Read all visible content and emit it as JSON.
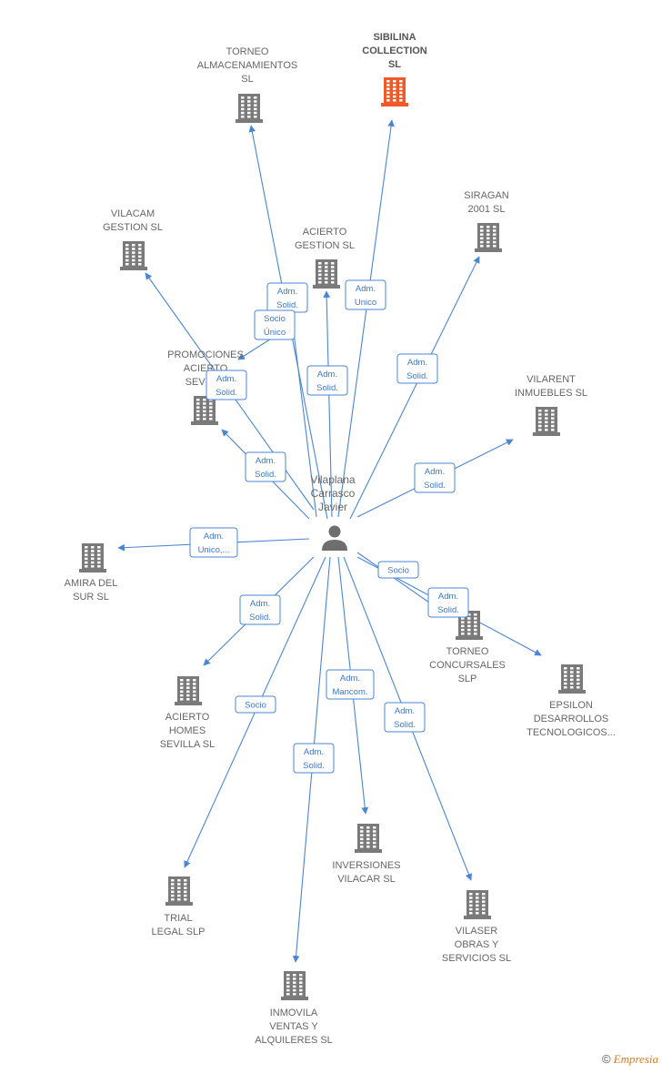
{
  "person": {
    "name_lines": [
      "Vilaplana",
      "Carrasco",
      "Javier"
    ],
    "icon": "person-icon"
  },
  "colors": {
    "edge": "#4a86d4",
    "building": "#7a7a7a",
    "highlight": "#f05a28"
  },
  "companies": [
    {
      "id": "torneo-almacenamientos",
      "lines": [
        "TORNEO",
        "ALMACENAMIENTOS",
        "SL"
      ],
      "relation": [
        "Adm.",
        "Solid."
      ],
      "highlight": false
    },
    {
      "id": "sibilina-collection",
      "lines": [
        "SIBILINA",
        "COLLECTION",
        "SL"
      ],
      "relation": [
        "Adm.",
        "Unico"
      ],
      "highlight": true
    },
    {
      "id": "vilacam-gestion",
      "lines": [
        "VILACAM",
        "GESTION SL"
      ],
      "relation": [
        "Adm.",
        "Solid."
      ],
      "highlight": false
    },
    {
      "id": "acierto-gestion",
      "lines": [
        "ACIERTO",
        "GESTION  SL"
      ],
      "relation": [
        "Adm.",
        "Solid."
      ],
      "highlight": false
    },
    {
      "id": "siragan-2001",
      "lines": [
        "SIRAGAN",
        "2001 SL"
      ],
      "relation": [
        "Adm.",
        "Solid."
      ],
      "highlight": false
    },
    {
      "id": "promociones-acierto-sevilla",
      "lines": [
        "PROMOCIONES",
        "ACIERTO",
        "SEVILLA"
      ],
      "relation": [
        "Adm.",
        "Solid."
      ],
      "relation2": [
        "Socio",
        "Único"
      ],
      "highlight": false
    },
    {
      "id": "vilarent-inmuebles",
      "lines": [
        "VILARENT",
        "INMUEBLES SL"
      ],
      "relation": [
        "Adm.",
        "Solid."
      ],
      "highlight": false
    },
    {
      "id": "amira-del-sur",
      "lines": [
        "AMIRA DEL",
        "SUR  SL"
      ],
      "relation": [
        "Adm.",
        "Unico,..."
      ],
      "highlight": false
    },
    {
      "id": "torneo-concursales",
      "lines": [
        "TORNEO",
        "CONCURSALES",
        "SLP"
      ],
      "relation": [
        "Socio"
      ],
      "highlight": false
    },
    {
      "id": "epsilon-desarrollos",
      "lines": [
        "EPSILON",
        "DESARROLLOS",
        "TECNOLOGICOS..."
      ],
      "relation": [
        "Adm.",
        "Solid."
      ],
      "highlight": false
    },
    {
      "id": "acierto-homes-sevilla",
      "lines": [
        "ACIERTO",
        "HOMES",
        "SEVILLA  SL"
      ],
      "relation": [
        "Adm.",
        "Solid."
      ],
      "highlight": false
    },
    {
      "id": "inversiones-vilacar",
      "lines": [
        "INVERSIONES",
        "VILACAR  SL"
      ],
      "relation": [
        "Adm.",
        "Mancom."
      ],
      "highlight": false
    },
    {
      "id": "trial-legal",
      "lines": [
        "TRIAL",
        "LEGAL  SLP"
      ],
      "relation": [
        "Socio"
      ],
      "highlight": false
    },
    {
      "id": "vilaser-obras",
      "lines": [
        "VILASER",
        "OBRAS Y",
        "SERVICIOS  SL"
      ],
      "relation": [
        "Adm.",
        "Solid."
      ],
      "highlight": false
    },
    {
      "id": "inmovila-ventas",
      "lines": [
        "INMOVILA",
        "VENTAS Y",
        "ALQUILERES SL"
      ],
      "relation": [
        "Adm.",
        "Solid."
      ],
      "highlight": false
    }
  ],
  "footer": {
    "copyright": "©",
    "brand": "Empresia"
  }
}
